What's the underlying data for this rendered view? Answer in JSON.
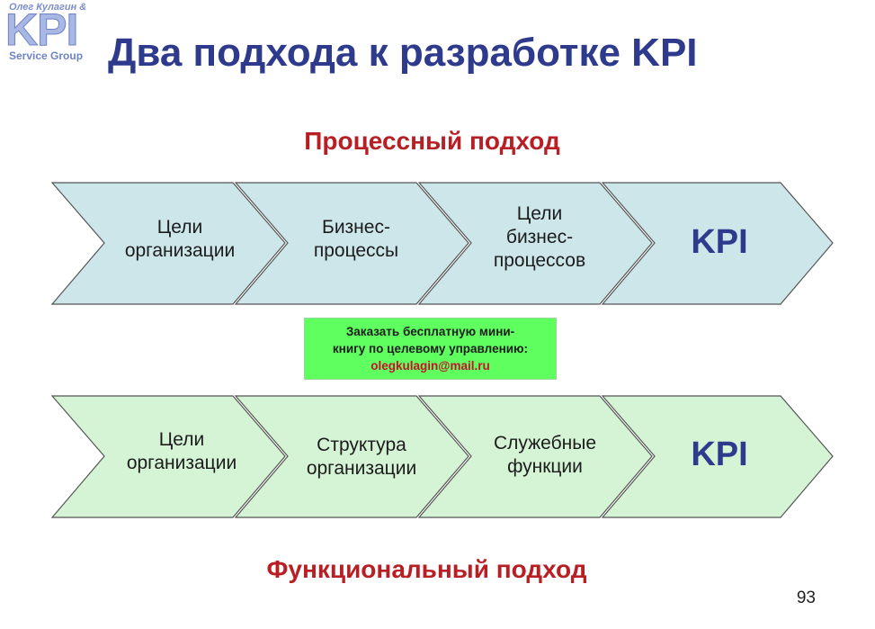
{
  "logo": {
    "top": "Олег Кулагин &",
    "main": "KPI",
    "sub": "Service Group"
  },
  "title": "Два подхода к разработке KPI",
  "process": {
    "heading": "Процессный подход",
    "steps": [
      "Цели\nорганизации",
      "Бизнес-\nпроцессы",
      "Цели\nбизнес-\nпроцессов"
    ],
    "kpi": "KPI",
    "fill": "#cce6ea"
  },
  "functional": {
    "heading": "Функциональный подход",
    "steps": [
      "Цели\nорганизации",
      "Структура\nорганизации",
      "Служебные\nфункции"
    ],
    "kpi": "KPI",
    "fill": "#d5f4d5"
  },
  "promo": {
    "line1": "Заказать бесплатную мини-",
    "line2": "книгу по целевому управлению:",
    "email": "olegkulagin@mail.ru"
  },
  "page_number": "93"
}
